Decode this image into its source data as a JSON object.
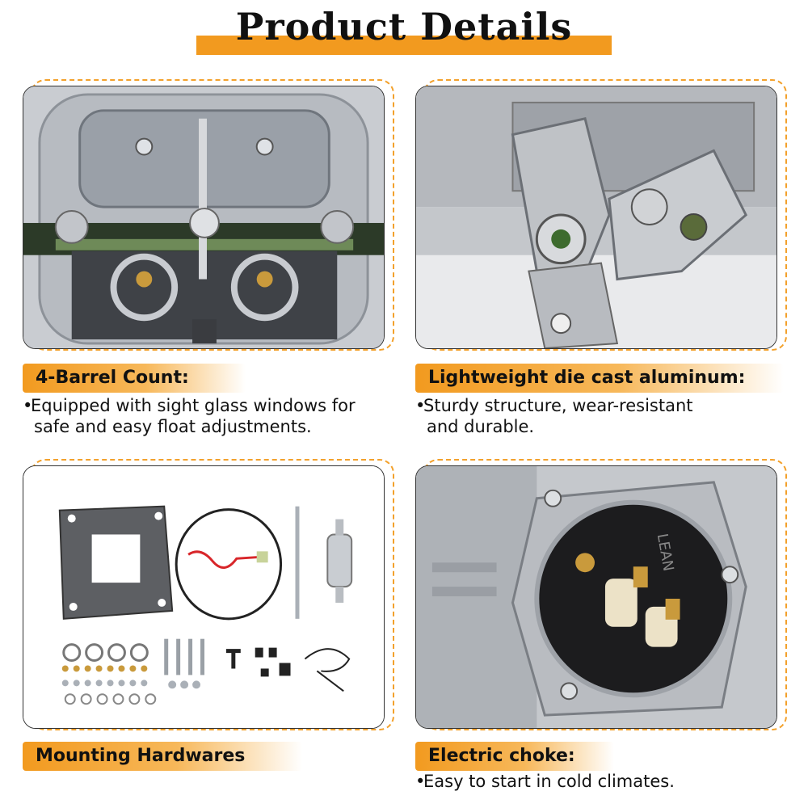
{
  "title": "Product Details",
  "panels": [
    {
      "label": "4-Barrel Count:",
      "desc_line1": "Equipped with sight glass windows for",
      "desc_line2": "safe and easy float adjustments.",
      "photo_icon": "carburetor-top-view-icon"
    },
    {
      "label": "Lightweight die cast aluminum:",
      "desc_line1": "Sturdy structure, wear-resistant",
      "desc_line2": "and durable.",
      "photo_icon": "throttle-linkage-icon"
    },
    {
      "label": "Mounting Hardwares",
      "photo_icon": "mounting-hardware-kit-icon"
    },
    {
      "label": "Electric choke:",
      "desc_line1": "Easy to start in cold climates.",
      "photo_icon": "electric-choke-icon",
      "choke_text": "LEAN"
    }
  ],
  "bullet": "•",
  "colors": {
    "accent": "#f29a1f",
    "dash": "#f3a12c",
    "text": "#111111"
  }
}
